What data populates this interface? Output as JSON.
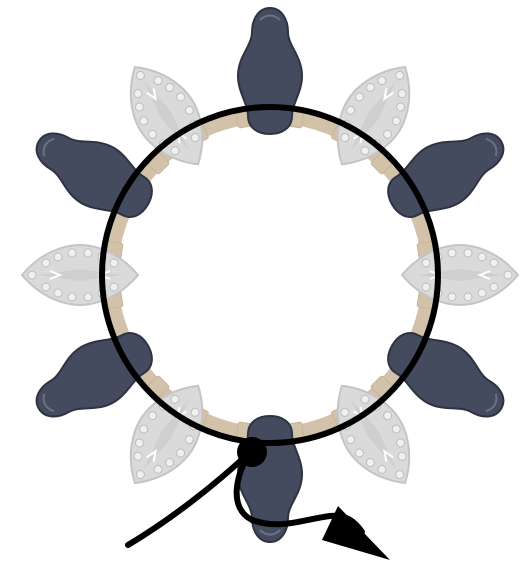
{
  "diagram": {
    "kind": "beadwork-step-illustration",
    "colors": {
      "background": "#ffffff",
      "seed_beads": "#d3c2aa",
      "dark_beads": "#454b5e",
      "dark_bead_edge": "#2e3342",
      "light_beads": "#dadada",
      "light_bead_edge": "#c4c4c4",
      "light_bead_dots": "#f0f0f0",
      "thread": "#000000"
    },
    "ring": {
      "seed_bead_count": 20,
      "dark_bead_count": 6,
      "light_bead_count": 6
    },
    "thread": {
      "start_icon": "thread-knot",
      "end_icon": "arrow-head"
    }
  }
}
